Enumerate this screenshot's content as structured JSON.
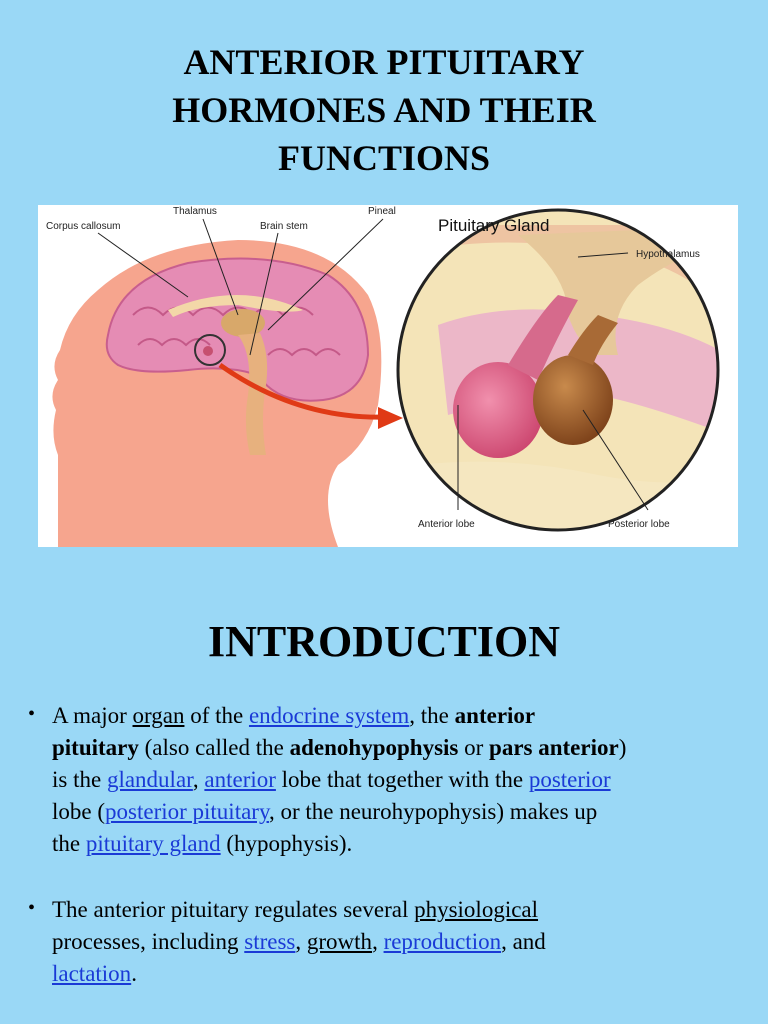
{
  "title": {
    "line1": "ANTERIOR PITUITARY",
    "line2": "HORMONES AND THEIR",
    "line3": "FUNCTIONS"
  },
  "figure": {
    "labels": {
      "corpus_callosum": "Corpus callosum",
      "thalamus": "Thalamus",
      "brain_stem": "Brain stem",
      "pineal": "Pineal",
      "pituitary_gland": "Pituitary Gland",
      "hypothalamus": "Hypothalamus",
      "anterior_lobe": "Anterior lobe",
      "posterior_lobe": "Posterior lobe"
    },
    "colors": {
      "skin": "#f7a48c",
      "brain": "#e98fb4",
      "gland_anterior": "#d95a80",
      "gland_posterior": "#9a5a2a",
      "bone": "#f3e3b5",
      "arrow": "#e03a16"
    }
  },
  "intro": {
    "heading": "INTRODUCTION",
    "bullet_glyph": "•",
    "p1": {
      "t1": "A major ",
      "organ": "organ",
      "t2": " of the ",
      "endocrine_system": "endocrine system",
      "t3": ", the ",
      "anterior_pituitary": "anterior",
      "pituitary_word": "pituitary",
      "t4": " (also called the ",
      "adenohypophysis": "adenohypophysis",
      "t5": " or ",
      "pars_anterior": "pars anterior",
      "t6": ")",
      "t7": "is the ",
      "glandular": "glandular",
      "t8": ", ",
      "anterior": "anterior",
      "t9": " lobe that together with the ",
      "posterior": "posterior",
      "t10": " lobe (",
      "posterior_pituitary": "posterior pituitary",
      "t11": ", or the neurohypophysis) makes up",
      "t12": "the ",
      "pituitary_gland": "pituitary gland",
      "t13": " (hypophysis)."
    },
    "p2": {
      "t1": " The anterior pituitary regulates several ",
      "physiological": "physiological",
      "t2": " processes, including ",
      "stress": "stress",
      "t3": ", ",
      "growth": "growth",
      "t4": ", ",
      "reproduction": "reproduction",
      "t5": ", and",
      "lactation": "lactation",
      "t6": "."
    }
  }
}
